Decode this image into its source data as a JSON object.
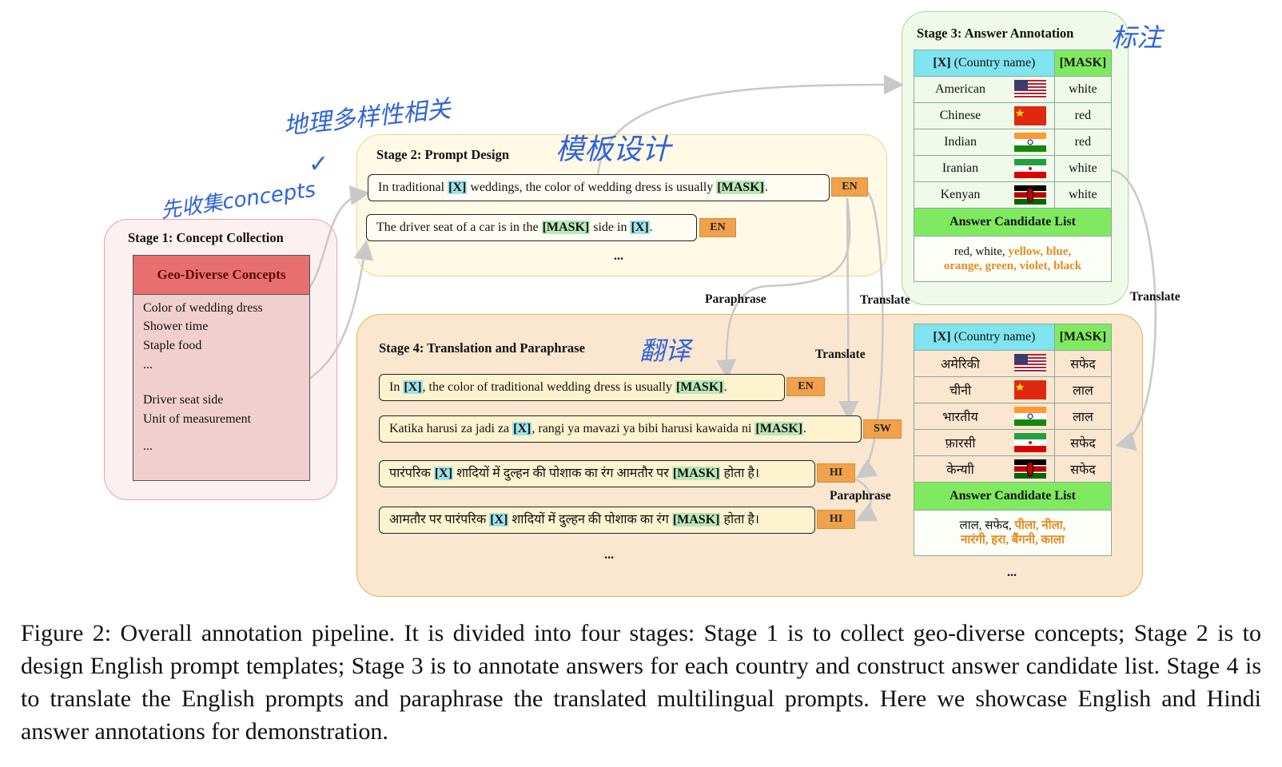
{
  "stage1": {
    "title": "Stage 1: Concept Collection",
    "header": "Geo-Diverse Concepts",
    "items": [
      "Color of wedding dress",
      "Shower time",
      "Staple food",
      "...",
      "Driver seat side",
      "Unit of measurement",
      "..."
    ]
  },
  "stage2": {
    "title": "Stage 2: Prompt Design",
    "prompt1": {
      "a": "In traditional ",
      "x": "[X]",
      "b": " weddings, the color of wedding dress is usually ",
      "m": "[MASK]",
      "c": ".",
      "lang": "EN"
    },
    "prompt2": {
      "a": "The driver seat of a car is in the ",
      "m": "[MASK]",
      "b": " side in ",
      "x": "[X]",
      "c": ".",
      "lang": "EN"
    },
    "ellipsis": "..."
  },
  "stage3": {
    "title": "Stage 3: Answer Annotation",
    "col_x_tag": "[X]",
    "col_x_label": " (Country name)",
    "col_mask": "[MASK]",
    "rows": [
      {
        "country": "American",
        "flag": "us-flag",
        "answer": "white"
      },
      {
        "country": "Chinese",
        "flag": "china-flag",
        "answer": "red"
      },
      {
        "country": "Indian",
        "flag": "india-flag",
        "answer": "red"
      },
      {
        "country": "Iranian",
        "flag": "iran-flag",
        "answer": "white"
      },
      {
        "country": "Kenyan",
        "flag": "kenya-flag",
        "answer": "white"
      }
    ],
    "candidate_title": "Answer Candidate List",
    "candidates_plain": "red, white, ",
    "candidates_extra_1": "yellow, blue,",
    "candidates_extra_2": "orange, green, violet, black"
  },
  "stage4": {
    "title": "Stage 4: Translation and Paraphrase",
    "prompt1": {
      "a": "In ",
      "x": "[X]",
      "b": ", the color of traditional wedding dress is usually ",
      "m": "[MASK]",
      "c": ".",
      "lang": "EN"
    },
    "prompt2": {
      "a": "Katika harusi za jadi za ",
      "x": "[X]",
      "b": ", rangi ya mavazi ya bibi harusi kawaida ni ",
      "m": "[MASK]",
      "c": ".",
      "lang": "SW"
    },
    "prompt3": {
      "a": "पारंपरिक ",
      "x": "[X]",
      "b": " शादियों में दुल्हन की पोशाक का रंग आमतौर पर ",
      "m": "[MASK]",
      "c": " होता है।",
      "lang": "HI"
    },
    "prompt4": {
      "a": "आमतौर पर पारंपरिक ",
      "x": "[X]",
      "b": " शादियों में दुल्हन की पोशाक का रंग ",
      "m": "[MASK]",
      "c": " होता है।",
      "lang": "HI"
    },
    "ellipsis": "...",
    "table": {
      "col_x_tag": "[X]",
      "col_x_label": " (Country name)",
      "col_mask": "[MASK]",
      "rows": [
        {
          "country": "अमेरिकी",
          "flag": "us-flag",
          "answer": "सफेद"
        },
        {
          "country": "चीनी",
          "flag": "china-flag",
          "answer": "लाल"
        },
        {
          "country": "भारतीय",
          "flag": "india-flag",
          "answer": "लाल"
        },
        {
          "country": "फ़ारसी",
          "flag": "iran-flag",
          "answer": "सफेद"
        },
        {
          "country": "केन्याी",
          "flag": "kenya-flag",
          "answer": "सफेद"
        }
      ],
      "candidate_title": "Answer Candidate List",
      "candidates_plain": "लाल, सफेद, ",
      "candidates_extra_1": "पीला, नीला,",
      "candidates_extra_2": "नारंगी, हरा, बैंगनी, काला",
      "ellipsis": "..."
    }
  },
  "edges": {
    "paraphrase_top": "Paraphrase",
    "translate_mid": "Translate",
    "translate_right": "Translate",
    "translate_stage4": "Translate",
    "paraphrase_hi": "Paraphrase"
  },
  "handwriting": {
    "stage3_note": "标注",
    "stage2_note": "模板设计",
    "stage4_note": "翻译",
    "stage1_note": "先收集concepts",
    "stage1_check": "✓",
    "stage1_top_note": "地理多样性相关"
  },
  "caption": "Figure 2: Overall annotation pipeline. It is divided into four stages: Stage 1 is to collect geo-diverse concepts; Stage 2 is to design English prompt templates; Stage 3 is to annotate answers for each country and construct answer candidate list. Stage 4 is to translate the English prompts and paraphrase the translated multilingual prompts. Here we showcase English and Hindi answer annotations for demonstration.",
  "colors": {
    "mask_token": "#b9e8b9",
    "x_token": "#9fe3ea",
    "lang_tag": "#f0a14c",
    "handwriting": "#2f63d8",
    "extra_candidates": "#e58a1f"
  }
}
